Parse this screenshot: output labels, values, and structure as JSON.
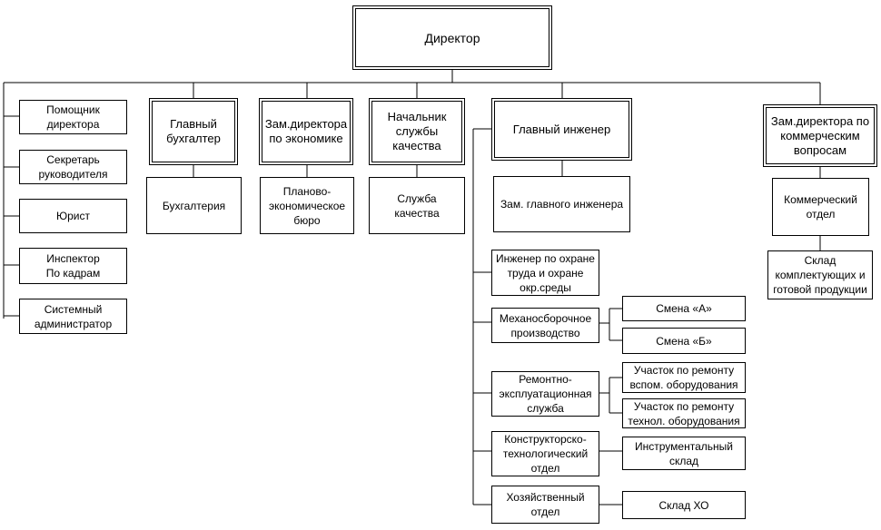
{
  "nodes": {
    "director": "Директор",
    "assistant": "Помощник\nдиректора",
    "secretary": "Секретарь\nруководителя",
    "lawyer": "Юрист",
    "hr": "Инспектор\nПо кадрам",
    "sysadmin": "Системный\nадминистратор",
    "chief_accountant": "Главный\nбухгалтер",
    "accounting": "Бухгалтерия",
    "deputy_econ": "Зам.директора\nпо экономике",
    "planning": "Планово-\nэкономическое\nбюро",
    "quality_head": "Начальник\nслужбы\nкачества",
    "quality_service": "Служба\nкачества",
    "chief_engineer": "Главный инженер",
    "deputy_chief_engineer": "Зам. главного инженера",
    "labor_safety": "Инженер по охране\nтруда и охране\nокр.среды",
    "mech_assembly": "Механосборочное\nпроизводство",
    "shift_a": "Смена «А»",
    "shift_b": "Смена «Б»",
    "repair_service": "Ремонтно-\nэксплуатационная\nслужба",
    "repair_aux": "Участок по ремонту\nвспом. оборудования",
    "repair_tech": "Участок по ремонту\nтехнол. оборудования",
    "design_dept": "Конструкторско-\nтехнологический\nотдел",
    "tool_storage": "Инструментальный\nсклад",
    "household_dept": "Хозяйственный\nотдел",
    "storage_ho": "Склад ХО",
    "deputy_commercial": "Зам.директора по\nкоммерческим\nвопросам",
    "commercial_dept": "Коммерческий\nотдел",
    "warehouse": "Склад\nкомплектующих и\nготовой продукции"
  }
}
